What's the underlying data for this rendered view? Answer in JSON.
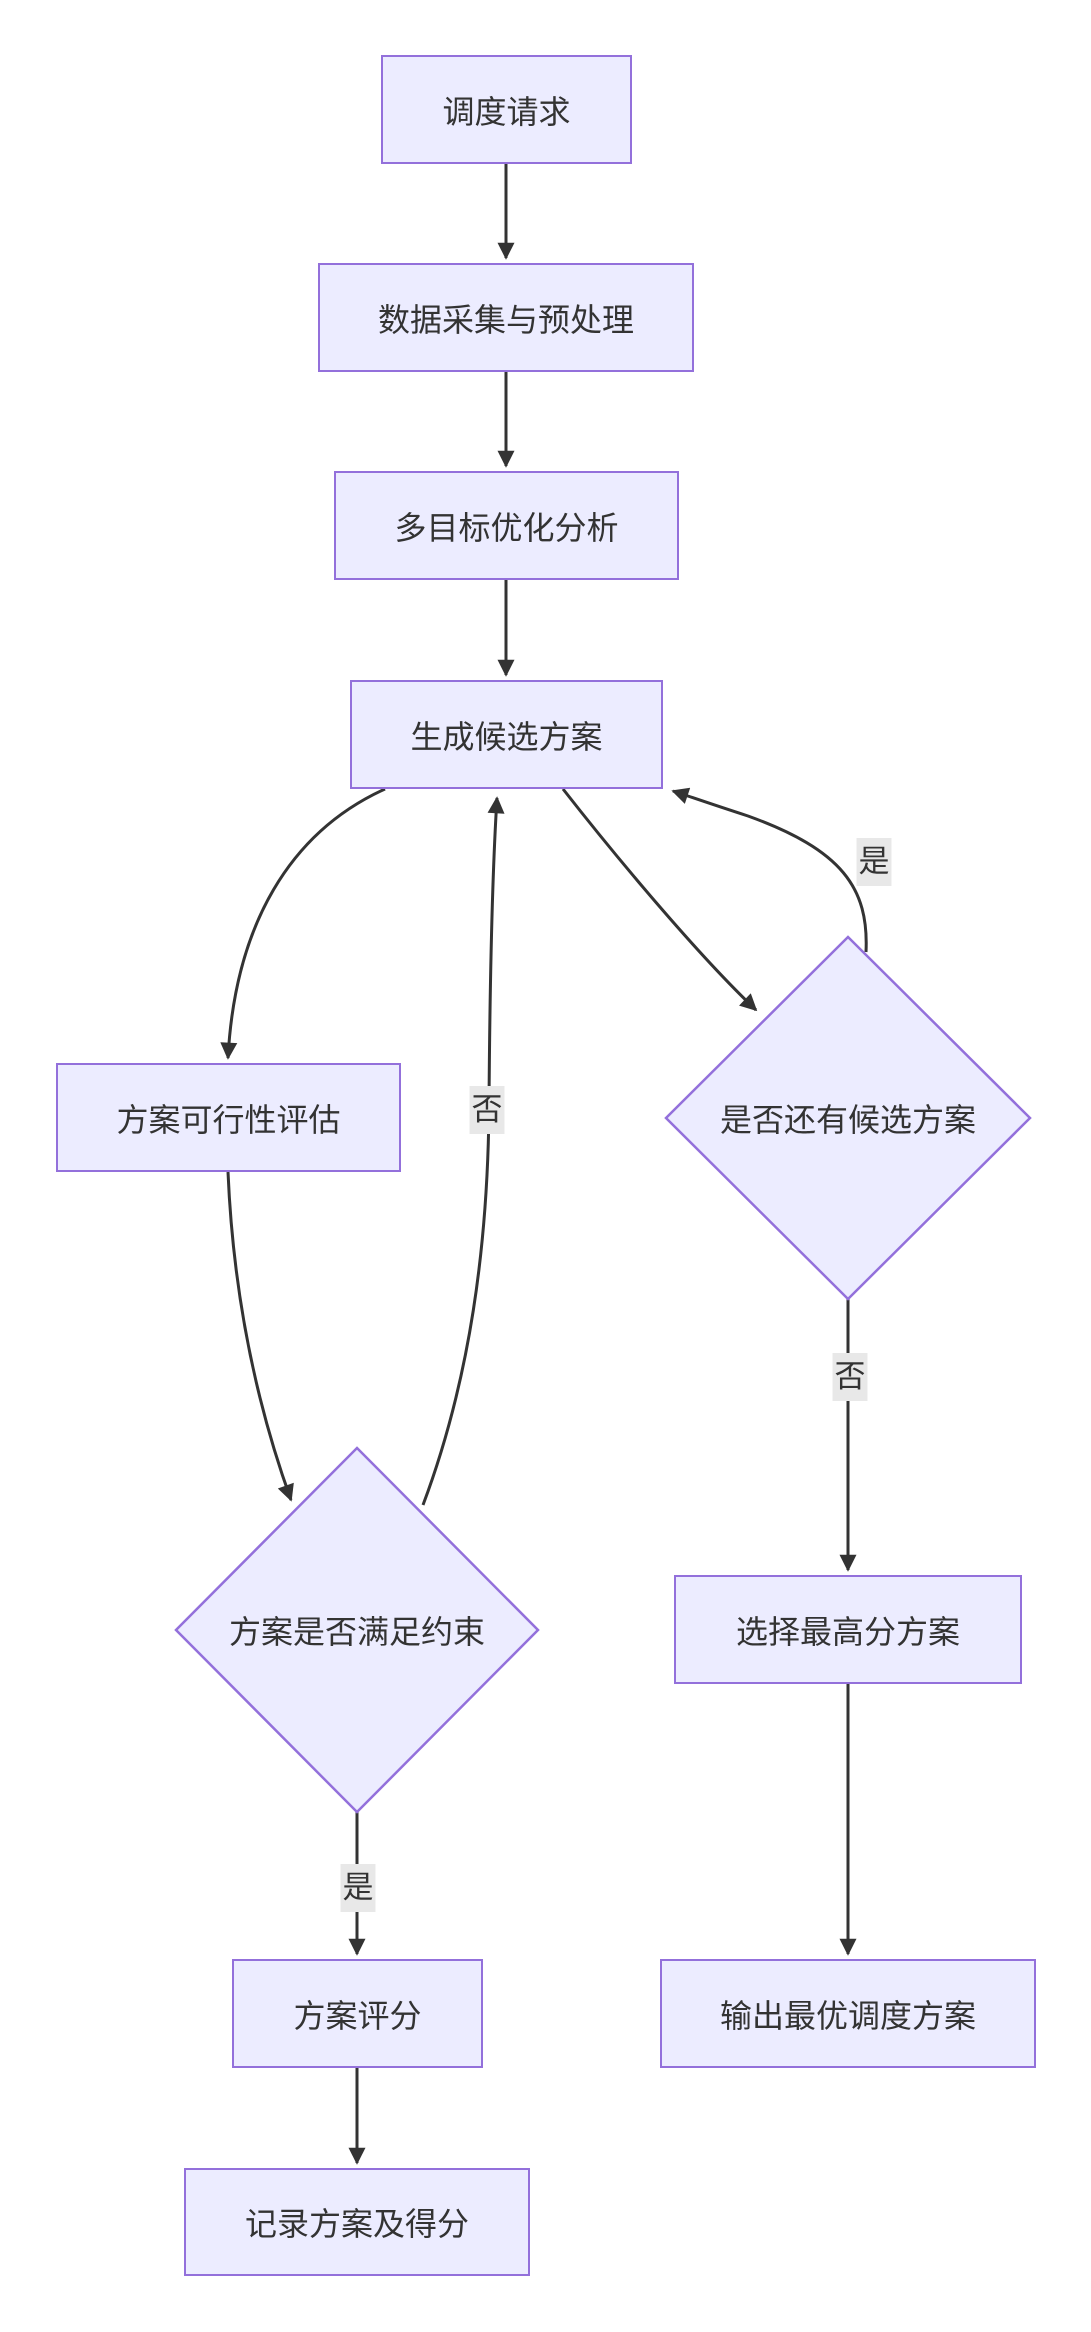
{
  "diagram": {
    "type": "flowchart",
    "direction": "top-down",
    "colors": {
      "node_fill": "#ECECFF",
      "node_border": "#9370DB",
      "edge_color": "#333333",
      "edge_label_bg": "#E8E8E8",
      "text_color": "#333333",
      "background": "#FFFFFF"
    },
    "nodes": {
      "request": {
        "label": "调度请求",
        "shape": "rect"
      },
      "collect": {
        "label": "数据采集与预处理",
        "shape": "rect"
      },
      "optimize": {
        "label": "多目标优化分析",
        "shape": "rect"
      },
      "generate": {
        "label": "生成候选方案",
        "shape": "rect"
      },
      "evaluate": {
        "label": "方案可行性评估",
        "shape": "rect"
      },
      "has_more": {
        "label": "是否还有候选方案",
        "shape": "diamond"
      },
      "satisfy": {
        "label": "方案是否满足约束",
        "shape": "diamond"
      },
      "select_best": {
        "label": "选择最高分方案",
        "shape": "rect"
      },
      "score": {
        "label": "方案评分",
        "shape": "rect"
      },
      "output": {
        "label": "输出最优调度方案",
        "shape": "rect"
      },
      "record": {
        "label": "记录方案及得分",
        "shape": "rect"
      }
    },
    "edge_labels": {
      "yes_to_generate": "是",
      "no_to_generate": "否",
      "no_to_select": "否",
      "yes_to_score": "是"
    }
  }
}
